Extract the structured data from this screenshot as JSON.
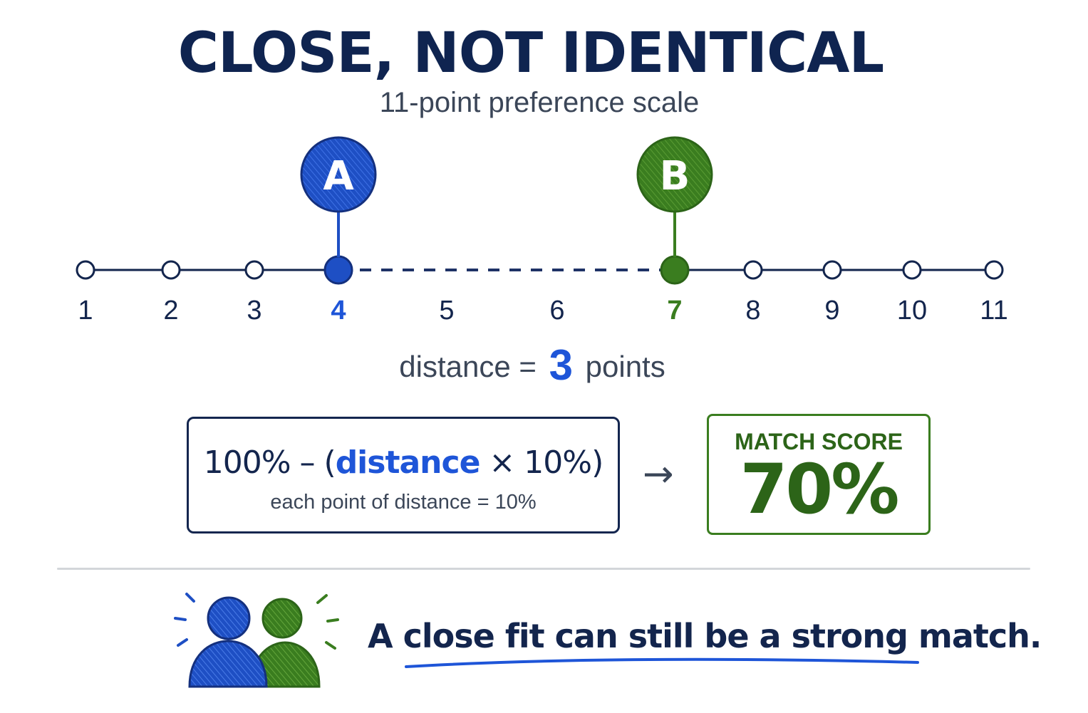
{
  "title": "CLOSE, NOT IDENTICAL",
  "subtitle": "11-point preference scale",
  "scale": {
    "points": [
      "1",
      "2",
      "3",
      "4",
      "5",
      "6",
      "7",
      "8",
      "9",
      "10",
      "11"
    ],
    "marker_a": {
      "label": "A",
      "value": 4,
      "color": "#1e4fc4"
    },
    "marker_b": {
      "label": "B",
      "value": 7,
      "color": "#3a7d1f"
    }
  },
  "distance": {
    "prefix": "distance =",
    "value": "3",
    "suffix": "points"
  },
  "formula": {
    "part1": "100% – (",
    "highlight": "distance",
    "part2": " × 10%)",
    "note": "each point of distance = 10%"
  },
  "arrow": "→",
  "match": {
    "label": "MATCH SCORE",
    "value": "70%"
  },
  "tagline": "A close fit can still be a strong match.",
  "icons": {
    "people": "two-people-icon"
  },
  "colors": {
    "navy": "#13254d",
    "blue": "#1e55d8",
    "green": "#3a7d1f",
    "gray": "#3b4658"
  }
}
